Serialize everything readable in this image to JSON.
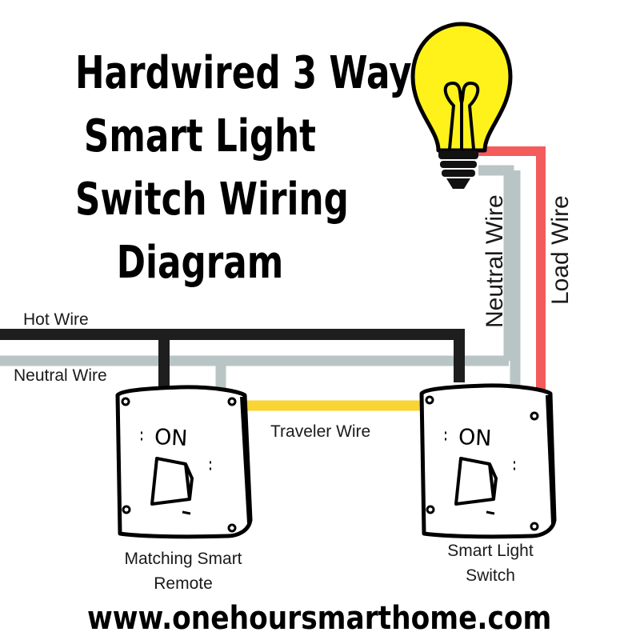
{
  "title": {
    "lines": [
      "Hardwired 3 Way",
      "Smart Light",
      "Switch Wiring",
      "Diagram"
    ]
  },
  "wires": {
    "hot_label": "Hot Wire",
    "neutral_label": "Neutral Wire",
    "traveler_label": "Traveler Wire",
    "neutral_vertical_label": "Neutral Wire",
    "load_vertical_label": "Load Wire"
  },
  "switches": {
    "remote": {
      "on_text": "ON",
      "caption_line1": "Matching Smart",
      "caption_line2": "Remote"
    },
    "smart": {
      "on_text": "ON",
      "caption_line1": "Smart Light",
      "caption_line2": "Switch"
    }
  },
  "footer": {
    "url": "www.onehoursmarthome.com"
  },
  "colors": {
    "hot": "#1e1e1e",
    "neutral": "#b9c5c5",
    "traveler": "#f8d435",
    "load": "#f45b5b",
    "bulb": "#fff21a"
  },
  "icons": [
    "light-bulb-icon",
    "light-switch-icon"
  ]
}
